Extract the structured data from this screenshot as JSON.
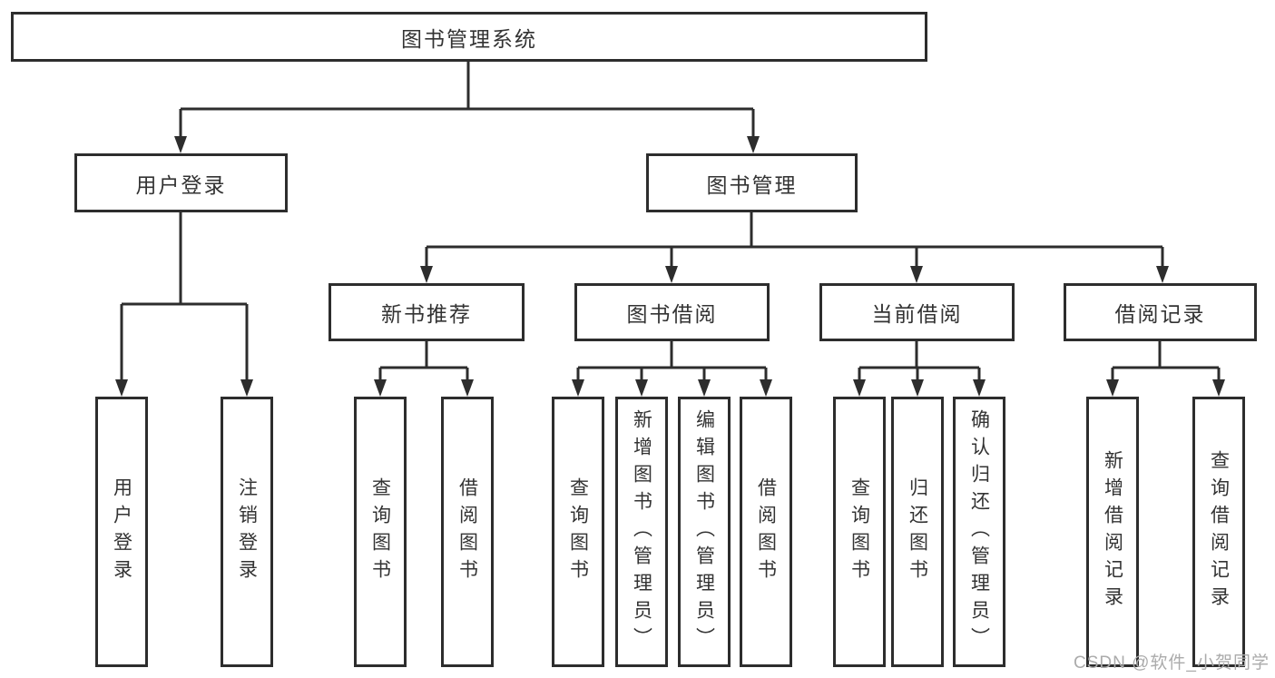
{
  "tree": {
    "root": {
      "label": "图书管理系统"
    },
    "level2": [
      {
        "label": "用户登录",
        "parent": "图书管理系统"
      },
      {
        "label": "图书管理",
        "parent": "图书管理系统"
      }
    ],
    "level3": [
      {
        "label": "新书推荐",
        "parent": "图书管理"
      },
      {
        "label": "图书借阅",
        "parent": "图书管理"
      },
      {
        "label": "当前借阅",
        "parent": "图书管理"
      },
      {
        "label": "借阅记录",
        "parent": "图书管理"
      }
    ],
    "level4": [
      {
        "label": "用户登录",
        "parent": "用户登录"
      },
      {
        "label": "注销登录",
        "parent": "用户登录"
      },
      {
        "label": "查询图书",
        "parent": "新书推荐"
      },
      {
        "label": "借阅图书",
        "parent": "新书推荐"
      },
      {
        "label": "查询图书",
        "parent": "图书借阅"
      },
      {
        "label": "新增图书（管理员）",
        "parent": "图书借阅"
      },
      {
        "label": "编辑图书（管理员）",
        "parent": "图书借阅"
      },
      {
        "label": "借阅图书",
        "parent": "图书借阅"
      },
      {
        "label": "查询图书",
        "parent": "当前借阅"
      },
      {
        "label": "归还图书",
        "parent": "当前借阅"
      },
      {
        "label": "确认归还（管理员）",
        "parent": "当前借阅"
      },
      {
        "label": "新增借阅记录",
        "parent": "借阅记录"
      },
      {
        "label": "查询借阅记录",
        "parent": "借阅记录"
      }
    ]
  },
  "watermark": {
    "text": "CSDN @软件_小贺同学"
  },
  "colors": {
    "line": "#2d2d2d",
    "ink": "#333333",
    "watermark": "#ababab",
    "background": "#ffffff"
  }
}
